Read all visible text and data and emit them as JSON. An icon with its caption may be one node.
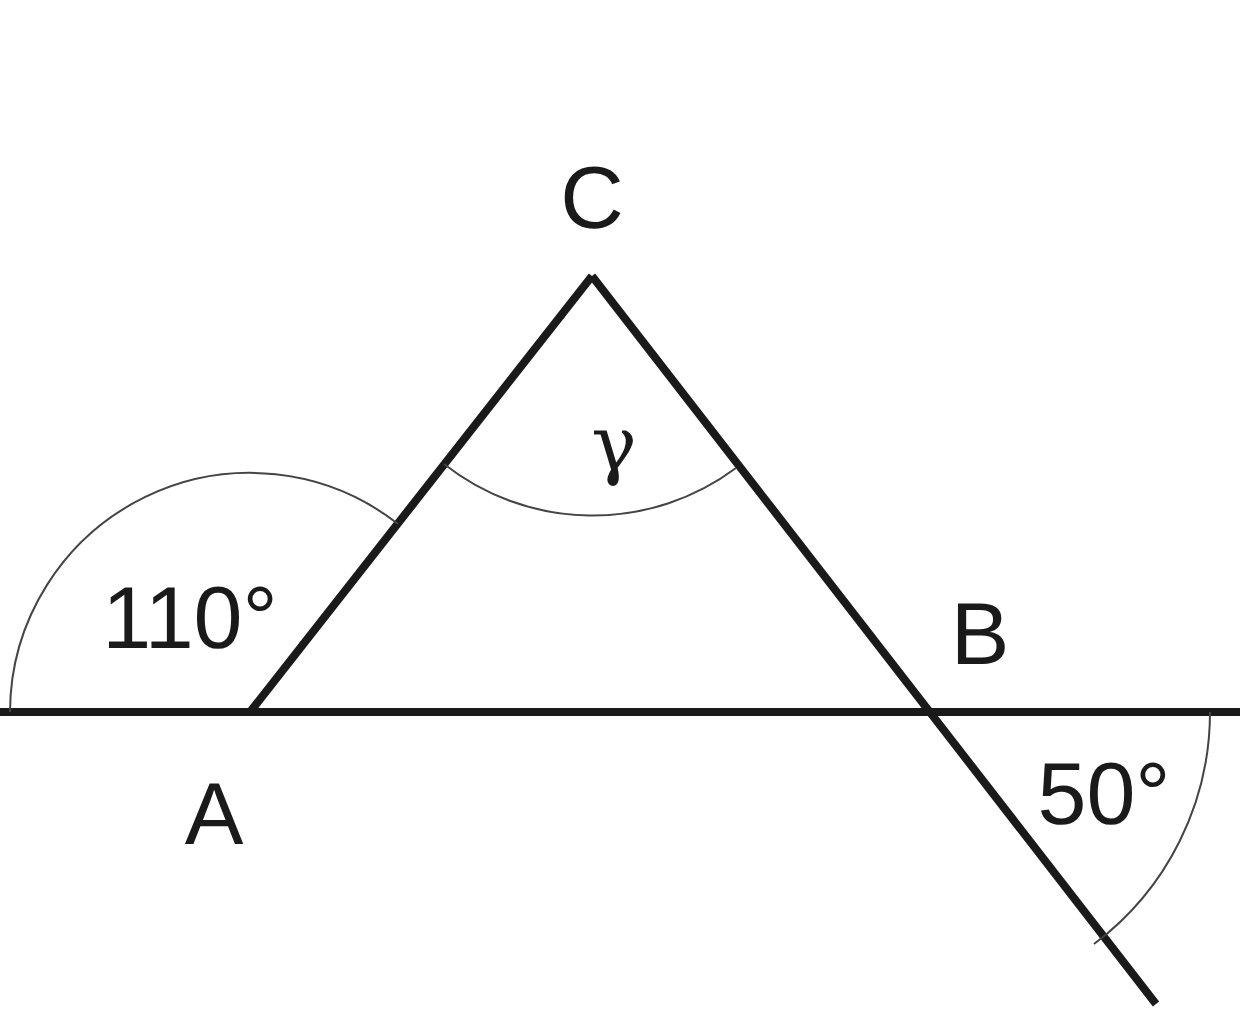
{
  "diagram": {
    "labels": [
      "C",
      "γ",
      "110°",
      "B",
      "A",
      "50°"
    ]
  }
}
